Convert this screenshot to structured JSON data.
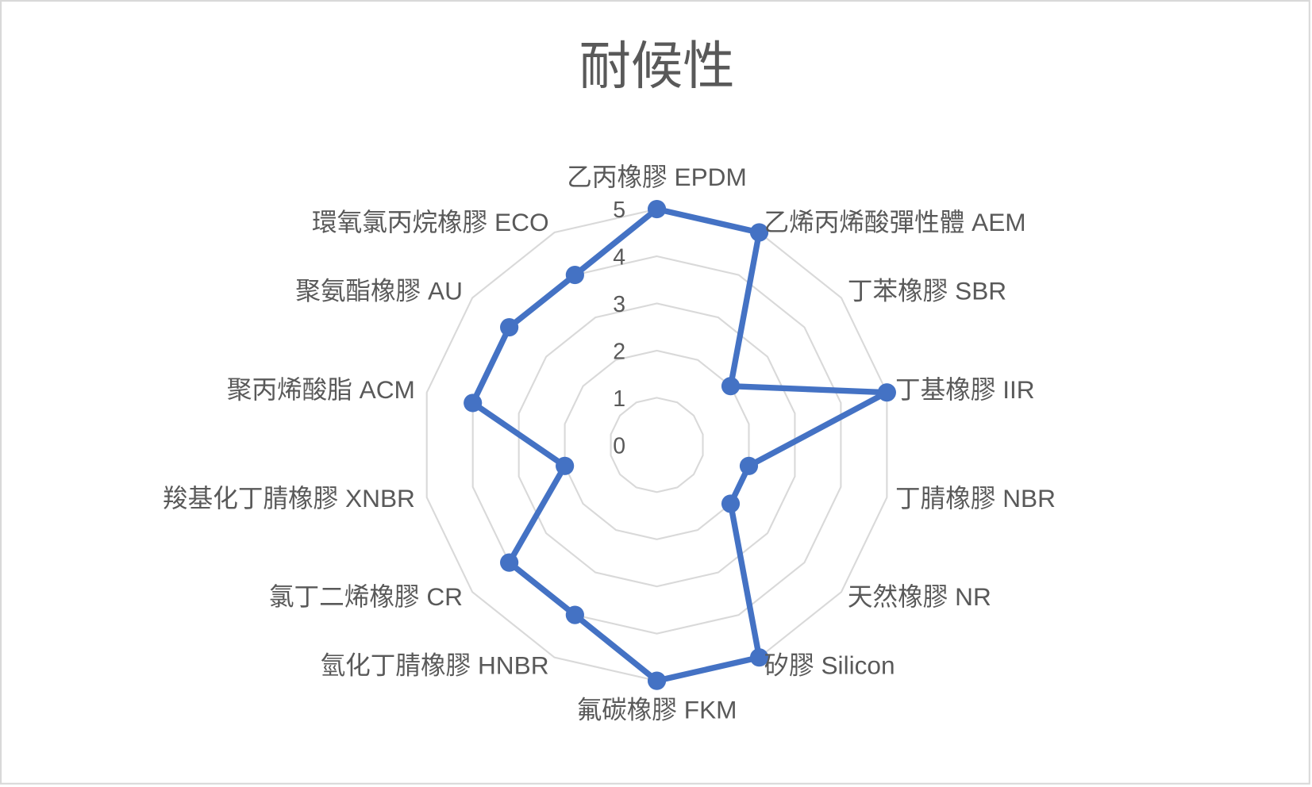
{
  "chart_data": {
    "type": "radar",
    "title": "耐候性",
    "categories": [
      "乙丙橡膠 EPDM",
      "乙烯丙烯酸彈性體 AEM",
      "丁苯橡膠 SBR",
      "丁基橡膠 IIR",
      "丁腈橡膠 NBR",
      "天然橡膠 NR",
      "矽膠 Silicon",
      "氟碳橡膠 FKM",
      "氫化丁腈橡膠 HNBR",
      "氯丁二烯橡膠 CR",
      "羧基化丁腈橡膠 XNBR",
      "聚丙烯酸脂 ACM",
      "聚氨酯橡膠 AU",
      "環氧氯丙烷橡膠 ECO"
    ],
    "series": [
      {
        "name": "耐候性",
        "values": [
          5,
          5,
          2,
          5,
          2,
          2,
          5,
          5,
          4,
          4,
          2,
          4,
          4,
          4
        ],
        "color": "#4472C4"
      }
    ],
    "rlim": [
      0,
      5
    ],
    "ticks": [
      "0",
      "1",
      "2",
      "3",
      "4",
      "5"
    ],
    "grid": true,
    "legend": "none",
    "grid_color": "#D9D9D9",
    "text_color": "#595959"
  }
}
